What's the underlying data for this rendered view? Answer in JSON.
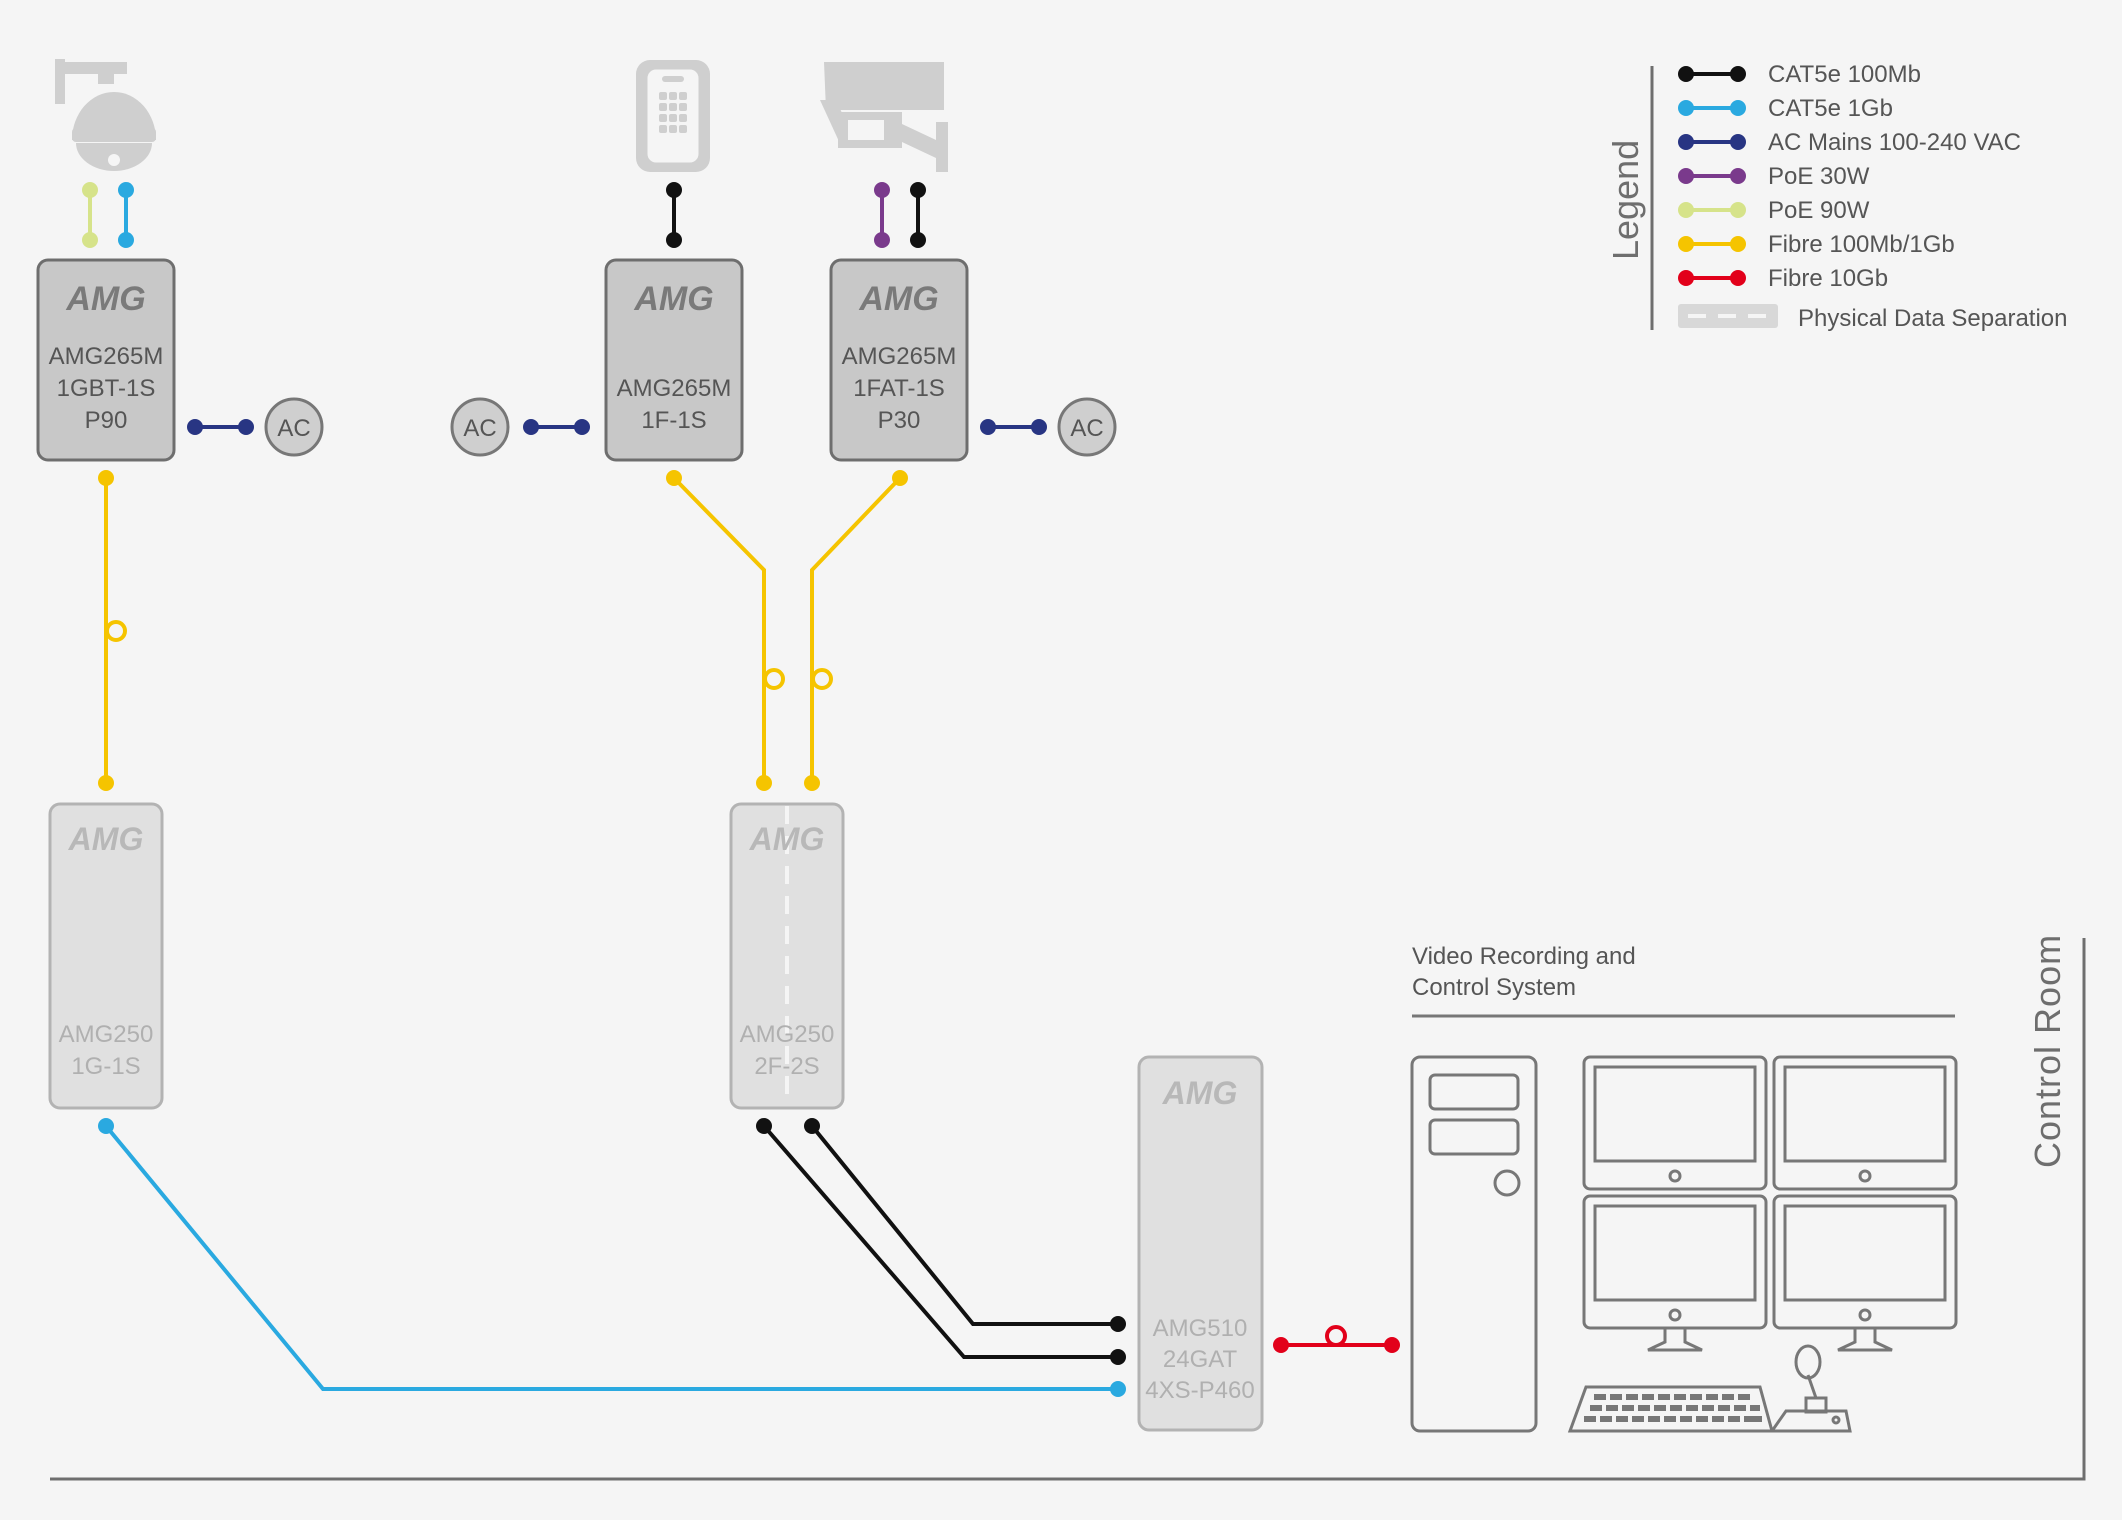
{
  "brand": "AMG",
  "colors": {
    "cat5e_100mb": "#111111",
    "cat5e_1gb": "#2aa9e0",
    "ac_mains": "#283583",
    "poe_30w": "#7a3a8c",
    "poe_90w": "#d6e38a",
    "fibre_100mb_1gb": "#f5c400",
    "fibre_10gb": "#e2001a",
    "device_dark": "#c8c8c8",
    "device_light": "#e0e0e0",
    "stroke_dark": "#6e6e6e",
    "stroke_light": "#b3b3b3",
    "icon": "#cfcfcf"
  },
  "legend": {
    "title": "Legend",
    "items": [
      {
        "label": "CAT5e 100Mb",
        "color": "#111111"
      },
      {
        "label": "CAT5e 1Gb",
        "color": "#2aa9e0"
      },
      {
        "label": "AC Mains 100-240 VAC",
        "color": "#283583"
      },
      {
        "label": "PoE 30W",
        "color": "#7a3a8c"
      },
      {
        "label": "PoE 90W",
        "color": "#d6e38a"
      },
      {
        "label": "Fibre 100Mb/1Gb",
        "color": "#f5c400"
      },
      {
        "label": "Fibre 10Gb",
        "color": "#e2001a"
      }
    ],
    "separation_label": "Physical Data Separation"
  },
  "devices": {
    "d1": {
      "line1": "AMG265M",
      "line2": "1GBT-1S",
      "line3": "P90"
    },
    "d2": {
      "line1": "AMG265M",
      "line2": "1F-1S"
    },
    "d3": {
      "line1": "AMG265M",
      "line2": "1FAT-1S",
      "line3": "P30"
    },
    "d4": {
      "line1": "AMG250",
      "line2": "1G-1S"
    },
    "d5": {
      "line1": "AMG250",
      "line2": "2F-2S"
    },
    "d6": {
      "line1": "AMG510",
      "line2": "24GAT",
      "line3": "4XS-P460"
    }
  },
  "ac_label": "AC",
  "control_room": {
    "title": "Control Room",
    "system_line1": "Video Recording and",
    "system_line2": "Control System"
  },
  "icons": [
    "ptz-camera-icon",
    "keypad-icon",
    "bullet-camera-icon",
    "tower-pc-icon",
    "monitor-icon",
    "keyboard-icon",
    "joystick-icon"
  ]
}
